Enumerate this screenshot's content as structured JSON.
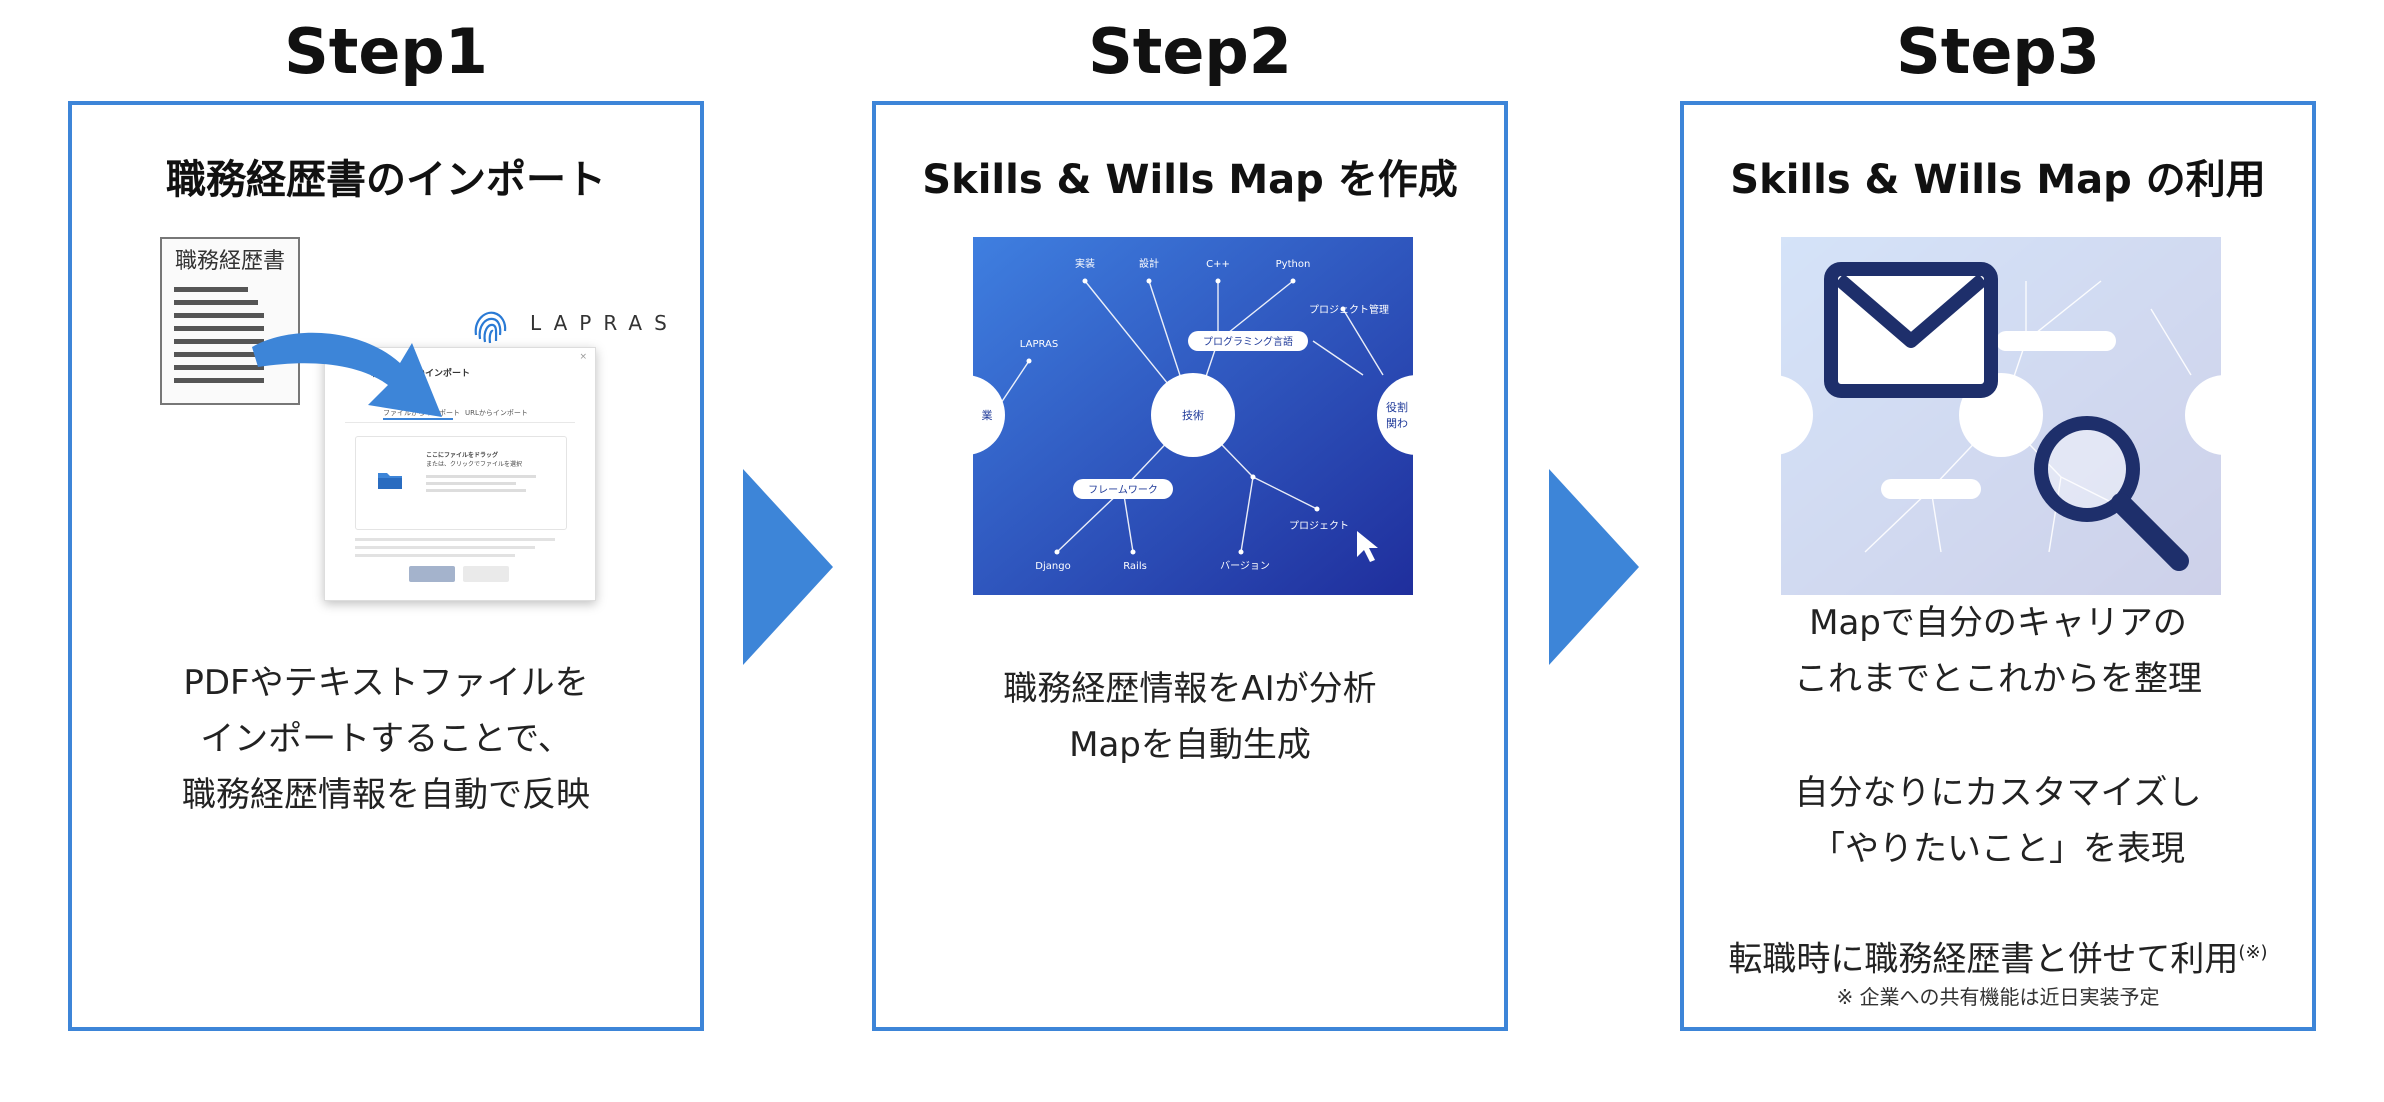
{
  "steps": [
    {
      "title": "Step1",
      "heading": "職務経歴書のインポート",
      "illustration": {
        "document_label": "職務経歴書",
        "logo_text": "LAPRAS",
        "dialog_title": "職務経歴書のインポート",
        "dialog_tab_1": "ファイルからインポート",
        "dialog_tab_2": "URLからインポート",
        "drop_line_1": "ここにファイルをドラッグ",
        "drop_line_2": "または、クリックでファイルを選択",
        "icons": [
          "document-icon",
          "curved-arrow-icon",
          "fingerprint-icon",
          "folder-icon"
        ]
      },
      "description": [
        "PDFやテキストファイルを",
        "インポートすることで、",
        "職務経歴情報を自動で反映"
      ]
    },
    {
      "title": "Step2",
      "heading": "Skills & Wills Map を作成",
      "map": {
        "center_node": "技術",
        "left_node": "業",
        "right_node_1": "役割",
        "right_node_2": "関わ",
        "pill_1": "プログラミング言語",
        "pill_2": "フレームワーク",
        "labels": [
          "実装",
          "設計",
          "C++",
          "Python",
          "LAPRAS",
          "プロジェクト管理",
          "プロジェクト",
          "Django",
          "Rails",
          "バージョン"
        ]
      },
      "description": [
        "職務経歴情報をAIが分析",
        "Mapを自動生成"
      ]
    },
    {
      "title": "Step3",
      "heading": "Skills & Wills Map の利用",
      "icons": [
        "mail-icon",
        "search-icon"
      ],
      "description_1": [
        "Mapで自分のキャリアの",
        "これまでとこれからを整理"
      ],
      "description_2": [
        "自分なりにカスタマイズし",
        "「やりたいこと」を表現"
      ],
      "description_3": "転職時に職務経歴書と併せて利用",
      "description_3_mark": "(※)",
      "footnote": "※ 企業への共有機能は近日実装予定"
    }
  ],
  "colors": {
    "accent_blue": "#3d85d8",
    "map_gradient_start": "#3f7fe0",
    "map_gradient_end": "#1f2e9c",
    "icon_navy": "#1e2f6b"
  }
}
